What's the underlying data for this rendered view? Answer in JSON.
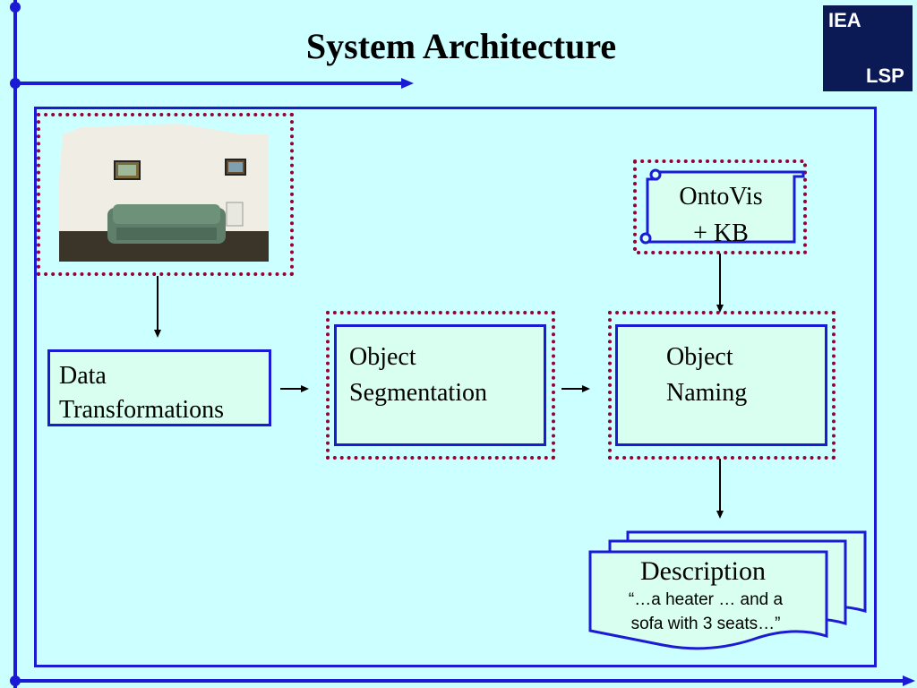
{
  "title": "System Architecture",
  "logo": {
    "top": "IEA",
    "bottom": "LSP"
  },
  "nodes": {
    "data_transformations": {
      "line1": "Data",
      "line2": "Transformations"
    },
    "object_segmentation": {
      "line1": "Object",
      "line2": "Segmentation"
    },
    "object_naming": {
      "line1": "Object",
      "line2": "Naming"
    },
    "ontovis": {
      "line1": "OntoVis",
      "line2": "+ KB"
    },
    "description": {
      "title": "Description",
      "quote_line1": "“…a heater … and a",
      "quote_line2": "sofa with 3 seats…”"
    }
  },
  "colors": {
    "background": "#ccffff",
    "accent_blue": "#1b1bd6",
    "dotted_border": "#990033",
    "box_fill": "#d8fff0",
    "logo_bg": "#0b1a55"
  }
}
